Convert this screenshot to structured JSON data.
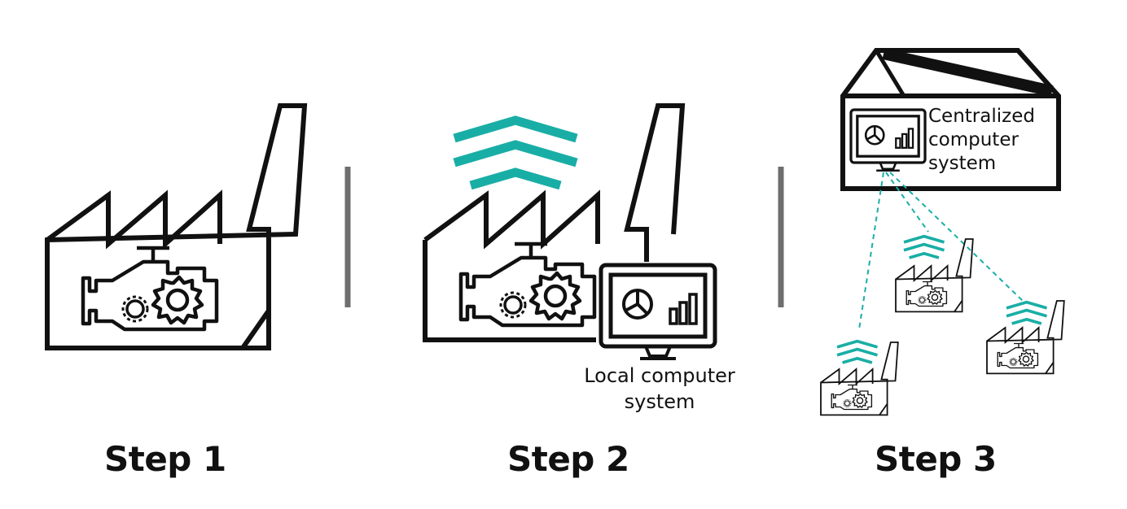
{
  "steps": [
    {
      "label": "Step 1"
    },
    {
      "label": "Step 2"
    },
    {
      "label": "Step 3"
    }
  ],
  "local_system": {
    "line1": "Local computer",
    "line2": "system"
  },
  "central_system": {
    "line1": "Centralized",
    "line2": "computer",
    "line3": "system"
  },
  "colors": {
    "ink": "#111111",
    "accent": "#19aea5",
    "divider": "#6e6e6e"
  },
  "icons": [
    "factory-icon",
    "engine-icon",
    "gear-icon",
    "signal-icon",
    "monitor-icon",
    "pie-chart-icon",
    "bar-chart-icon",
    "data-center-icon"
  ]
}
